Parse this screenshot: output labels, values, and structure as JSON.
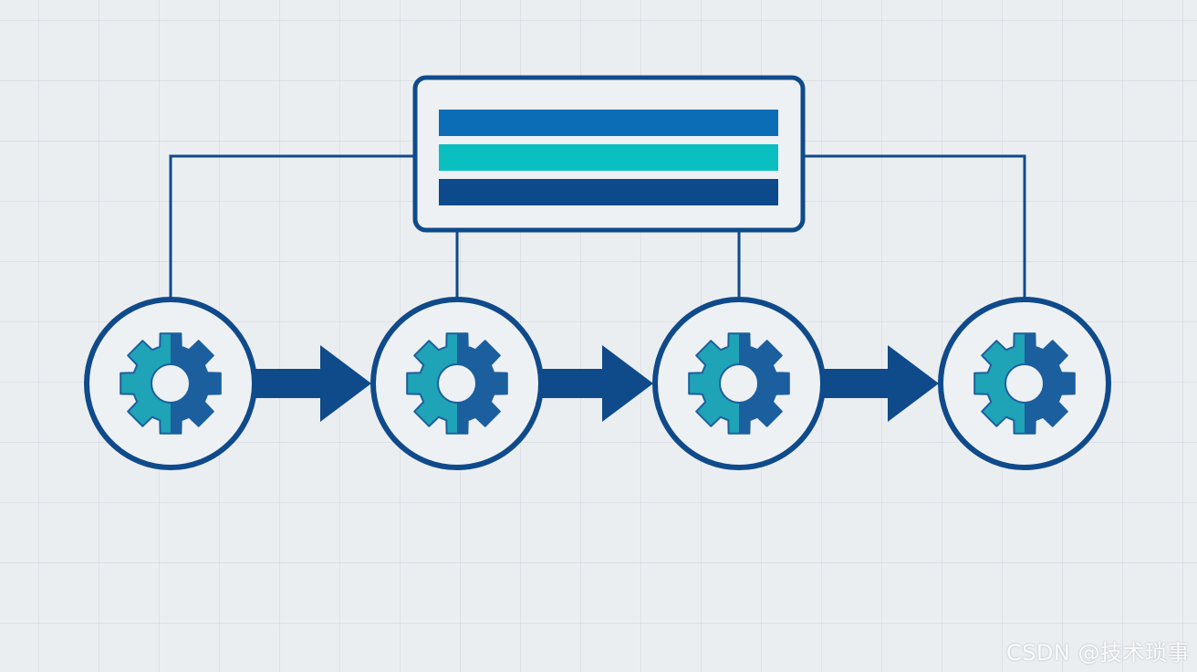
{
  "diagram": {
    "nodes": [
      {
        "id": "top-panel",
        "type": "panel",
        "icon": "stacked-bars-icon"
      },
      {
        "id": "gear-1",
        "type": "gear-circle",
        "icon": "gear-icon"
      },
      {
        "id": "gear-2",
        "type": "gear-circle",
        "icon": "gear-icon"
      },
      {
        "id": "gear-3",
        "type": "gear-circle",
        "icon": "gear-icon"
      },
      {
        "id": "gear-4",
        "type": "gear-circle",
        "icon": "gear-icon"
      }
    ],
    "edges": [
      {
        "from": "top-panel",
        "to": "gear-1",
        "style": "line"
      },
      {
        "from": "top-panel",
        "to": "gear-2",
        "style": "line"
      },
      {
        "from": "top-panel",
        "to": "gear-3",
        "style": "line"
      },
      {
        "from": "top-panel",
        "to": "gear-4",
        "style": "line"
      },
      {
        "from": "gear-1",
        "to": "gear-2",
        "style": "arrow"
      },
      {
        "from": "gear-2",
        "to": "gear-3",
        "style": "arrow"
      },
      {
        "from": "gear-3",
        "to": "gear-4",
        "style": "arrow"
      }
    ]
  },
  "colors": {
    "background": "#ebeef1",
    "navy": "#0f4a8a",
    "bar_blue": "#0a6db5",
    "bar_teal": "#0abfbf",
    "bar_navy": "#0d4a8c",
    "gear_teal": "#1fa3b6",
    "gear_blue": "#1b5f9e",
    "panel_fill": "#eef1f4"
  },
  "watermark": {
    "text": "CSDN @技术琐事"
  }
}
